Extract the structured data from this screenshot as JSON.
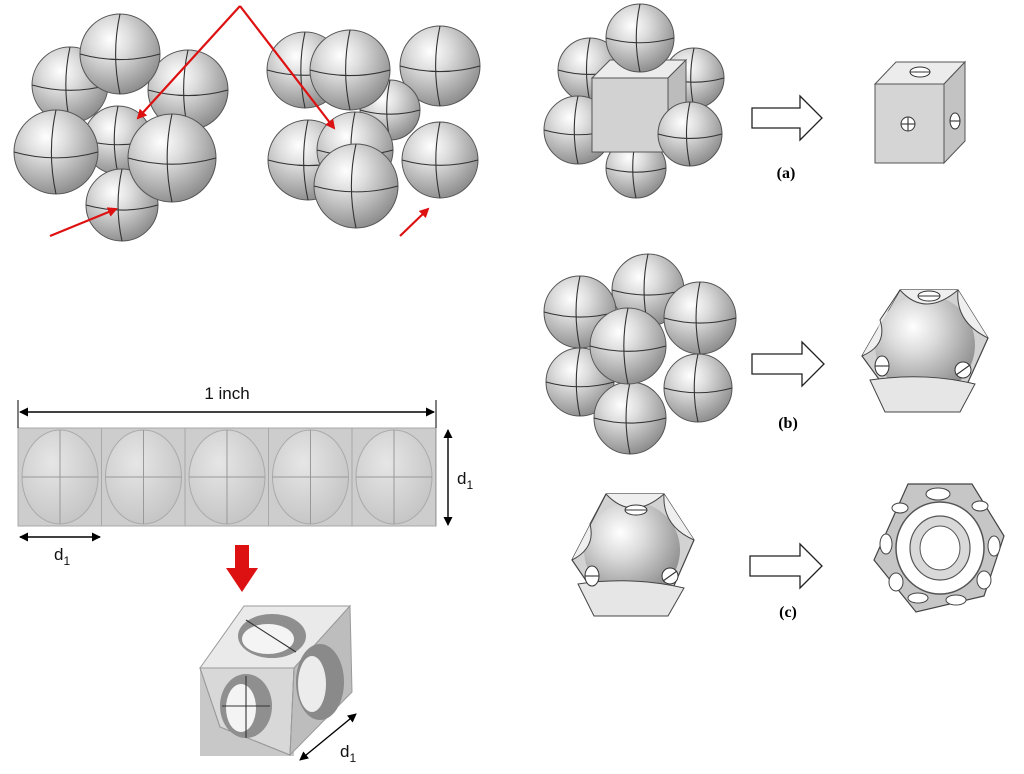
{
  "dimension": {
    "length_label": "1 inch",
    "diameter_label_main": "d",
    "diameter_label_sub": "1"
  },
  "panels": {
    "a": "(a)",
    "b": "(b)",
    "c": "(c)"
  },
  "colors": {
    "arrow_red": "#dd1111",
    "sphere_light": "#f2f2f2",
    "sphere_dark": "#8d8d8d",
    "cube_face": "#d8d8d8"
  },
  "icons": [
    "hollow-right-arrow-icon",
    "red-down-arrow-icon",
    "double-headed-arrow-icon"
  ]
}
